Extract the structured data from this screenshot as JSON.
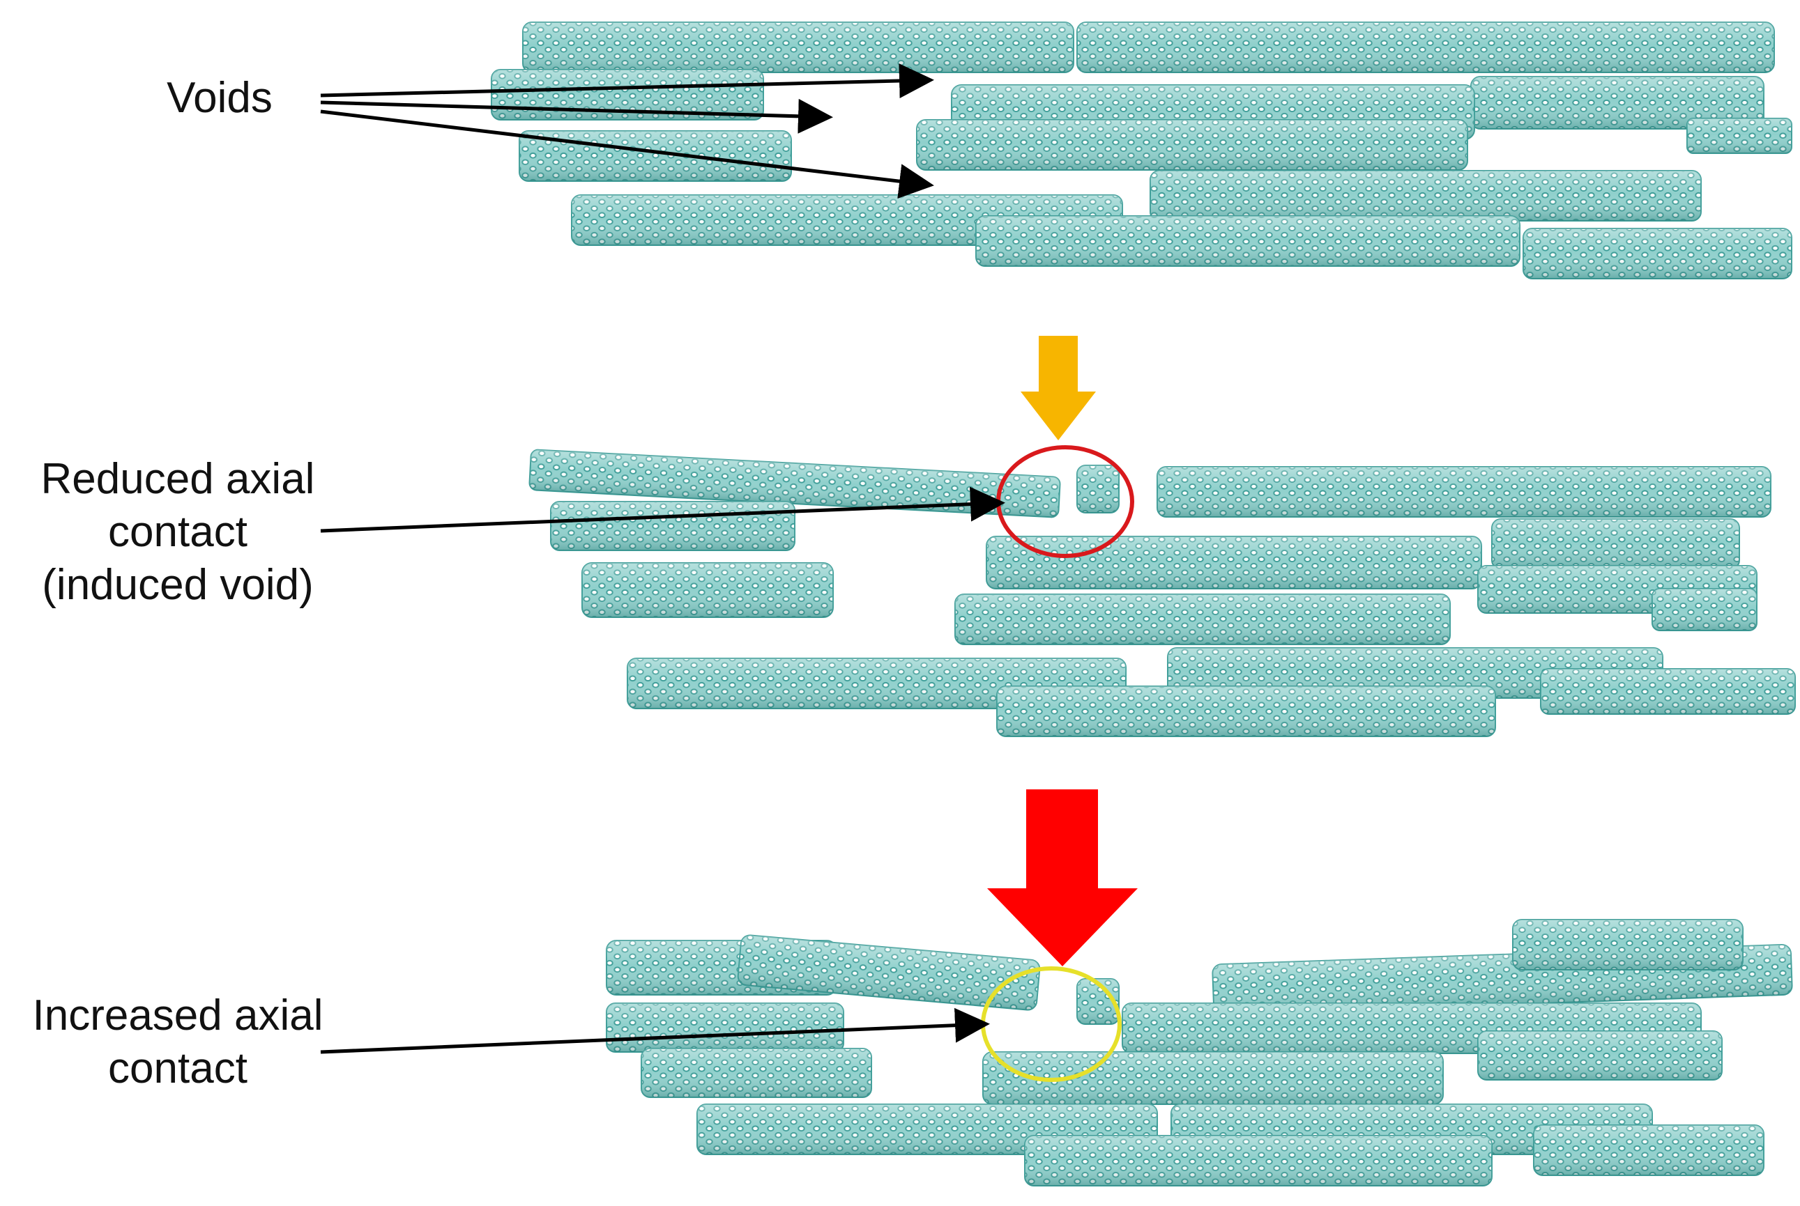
{
  "labels": {
    "voids": "Voids",
    "reduced_line1": "Reduced axial",
    "reduced_line2": "contact",
    "reduced_line3": "(induced void)",
    "increased_line1": "Increased axial",
    "increased_line2": "contact"
  },
  "colors": {
    "nanotube_fill": "#8fd0cc",
    "nanotube_mesh": "#3f9e99",
    "small_load_arrow": "#f7b500",
    "large_load_arrow": "#ff0000",
    "reduced_contact_circle": "#d9191c",
    "increased_contact_circle": "#e6e02a",
    "pointer_arrow": "#000000"
  },
  "panels": [
    {
      "name": "initial-bundle",
      "load_arrow": "none"
    },
    {
      "name": "small-load-bundle",
      "load_arrow": "small"
    },
    {
      "name": "large-load-bundle",
      "load_arrow": "large"
    }
  ],
  "icons": {
    "small_load": "down-arrow-icon",
    "large_load": "down-arrow-icon"
  }
}
